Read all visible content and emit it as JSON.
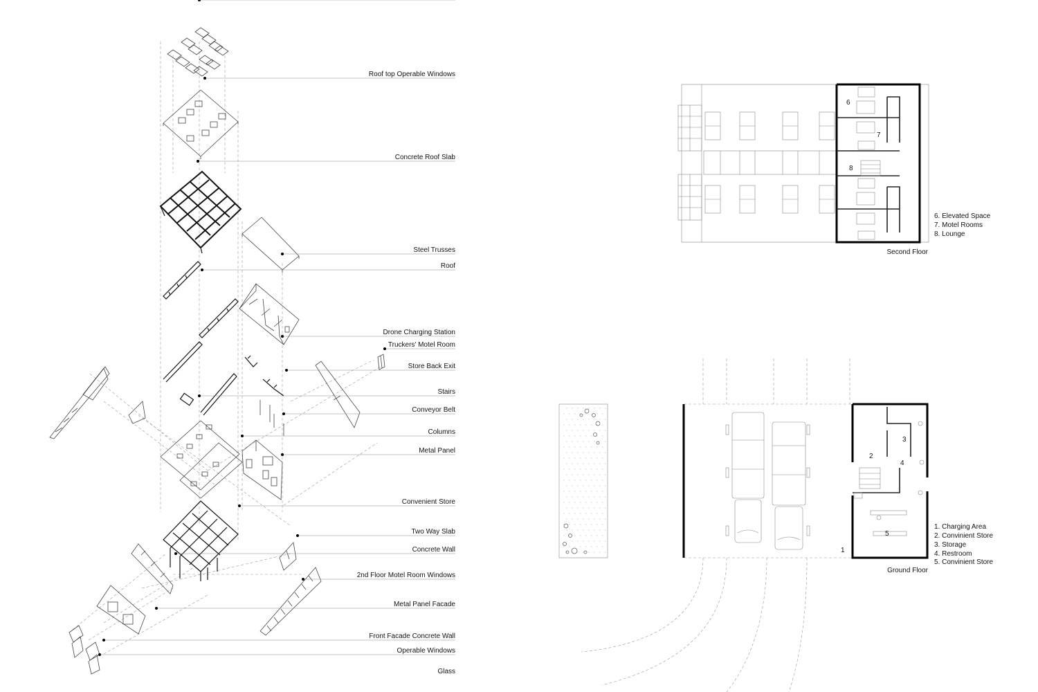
{
  "exploded_axonometric": {
    "labels": [
      "Roof top Operable Windows",
      "Concrete Roof Slab",
      "Steel Trusses",
      "Roof",
      "Drone Charging Station",
      "Truckers' Motel Room",
      "Store Back Exit",
      "Stairs",
      "Conveyor Belt",
      "Columns",
      "Metal Panel",
      "Convenient Store",
      "Two Way Slab",
      "Concrete Wall",
      "2nd Floor Motel Room Windows",
      "Metal Panel Facade",
      "Front Facade Concrete Wall",
      "Operable Windows",
      "Glass"
    ]
  },
  "second_floor": {
    "title": "Second Floor",
    "room_numbers": [
      "6",
      "7",
      "8"
    ],
    "legend": [
      "6. Elevated Space",
      "7. Motel Rooms",
      "8. Lounge"
    ]
  },
  "ground_floor": {
    "title": "Ground Floor",
    "room_numbers": [
      "1",
      "2",
      "3",
      "4",
      "5"
    ],
    "legend": [
      "1. Charging Area",
      "2. Convinient Store",
      "3. Storage",
      "4. Restroom",
      "5. Convinient Store"
    ]
  }
}
